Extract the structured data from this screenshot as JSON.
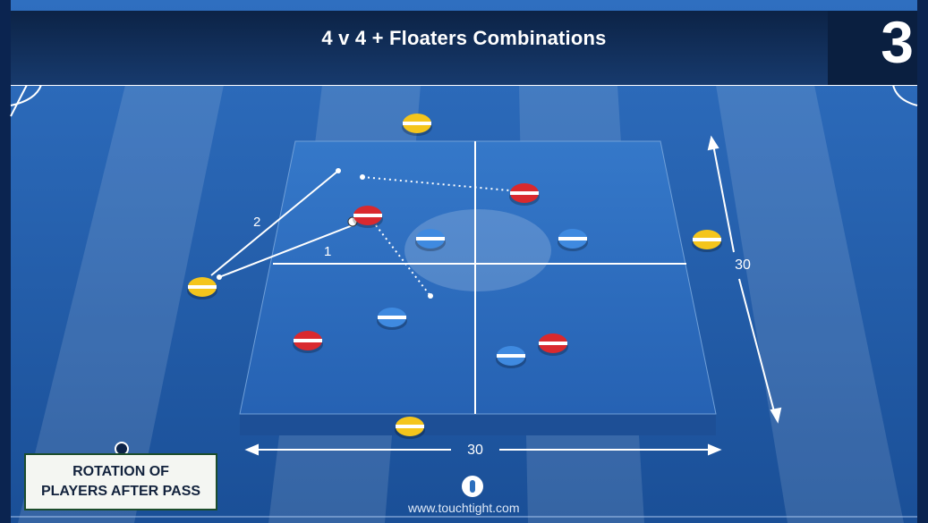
{
  "header": {
    "title": "4 v 4  + Floaters Combinations",
    "drill_number": "3"
  },
  "dimensions": {
    "width_label": "30",
    "length_label": "30"
  },
  "pass_labels": {
    "pass_1": "1",
    "pass_2": "2"
  },
  "legend": {
    "line1": "ROTATION OF",
    "line2": "PLAYERS AFTER PASS"
  },
  "footer": {
    "website": "www.touchtight.com"
  },
  "colors": {
    "header_band": "#0f2b55",
    "pitch_blue": "#1a5aa8",
    "floater_yellow": "#f4c51c",
    "team_red": "#d9292e",
    "team_blue": "#3f8ae0",
    "legend_border": "#1c4d2c"
  },
  "players": {
    "floaters": [
      "floater-top",
      "floater-left",
      "floater-right",
      "floater-bottom"
    ],
    "red_team": [
      "red-top-right",
      "red-ball-carrier",
      "red-bottom-left",
      "red-bottom-right"
    ],
    "blue_team": [
      "blue-center-left",
      "blue-center-right",
      "blue-lower-left",
      "blue-lower-right"
    ]
  }
}
